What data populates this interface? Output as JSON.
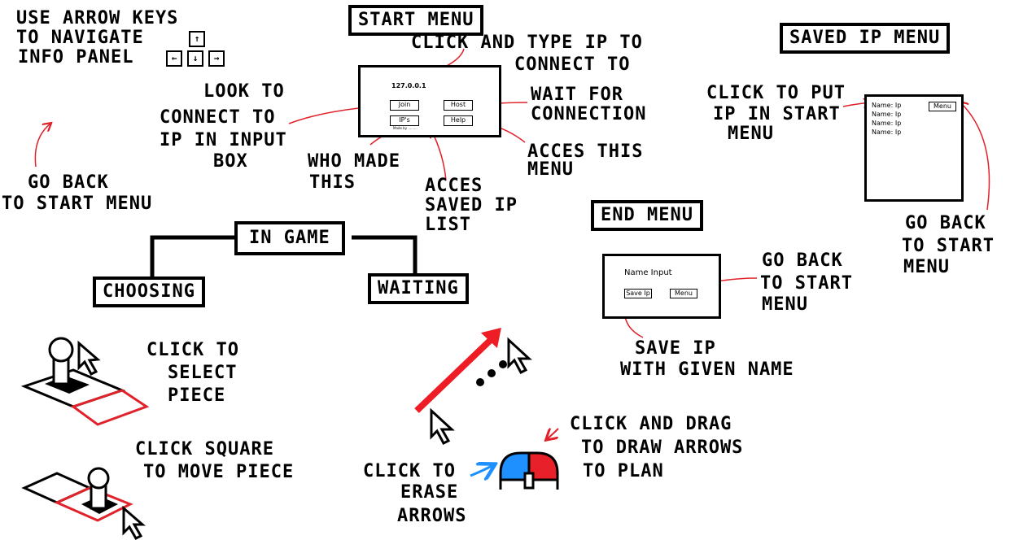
{
  "info_panel": {
    "line1": "USE  ARROW  KEYS",
    "line2": "TO NAVIGATE",
    "line3": "INFO PANEL",
    "keys": {
      "up": "↑",
      "left": "←",
      "down": "↓",
      "right": "→"
    }
  },
  "start_menu": {
    "title": "START MENU",
    "ip_value": "127.0.0.1",
    "join_label": "Join",
    "host_label": "Host",
    "ips_label": "IP's",
    "help_label": "Help",
    "footer_text": "Made by .........",
    "ann_type_ip_1": "CLICK AND TYPE IP TO",
    "ann_type_ip_2": "CONNECT TO",
    "ann_wait_1": "WAIT FOR",
    "ann_wait_2": "CONNECTION",
    "ann_help_1": "ACCES THIS",
    "ann_help_2": "MENU",
    "ann_join_1": "LOOK  TO",
    "ann_join_2": "CONNECT TO",
    "ann_join_3": "IP IN INPUT",
    "ann_join_4": "BOX",
    "ann_who_1": "WHO MADE",
    "ann_who_2": "THIS",
    "ann_ips_1": "ACCES",
    "ann_ips_2": "SAVED IP",
    "ann_ips_3": "LIST"
  },
  "back_help": {
    "line1": "GO BACK",
    "line2": "TO START MENU"
  },
  "saved_ip_menu": {
    "title": "SAVED IP MENU",
    "rows": [
      "Name: Ip",
      "Name: Ip",
      "Name: Ip",
      "Name: Ip"
    ],
    "menu_label": "Menu",
    "ann_put_1": "CLICK TO PUT",
    "ann_put_2": "IP IN START",
    "ann_put_3": "MENU",
    "ann_back_1": "GO BACK",
    "ann_back_2": "TO START",
    "ann_back_3": "MENU"
  },
  "end_menu": {
    "title": "END MENU",
    "name_input": "Name Input",
    "save_label": "Save Ip",
    "menu_label": "Menu",
    "ann_back_1": "GO BACK",
    "ann_back_2": "TO START",
    "ann_back_3": "MENU",
    "ann_save_1": "SAVE IP",
    "ann_save_2": "WITH GIVEN NAME"
  },
  "in_game": {
    "title": "IN GAME",
    "choosing": "CHOOSING",
    "waiting": "WAITING"
  },
  "controls": {
    "select_1": "CLICK  TO",
    "select_2": "SELECT",
    "select_3": "PIECE",
    "move_1": "CLICK  SQUARE",
    "move_2": "TO  MOVE  PIECE",
    "erase_1": "CLICK  TO",
    "erase_2": "ERASE",
    "erase_3": "ARROWS",
    "draw_1": "CLICK  AND  DRAG",
    "draw_2": "TO  DRAW  ARROWS",
    "draw_3": "TO  PLAN"
  },
  "colors": {
    "annotation": "#e0222a",
    "eraser_blue": "#1e90ff",
    "eraser_red": "#e8202a",
    "arrow_red": "#ee1c24"
  }
}
